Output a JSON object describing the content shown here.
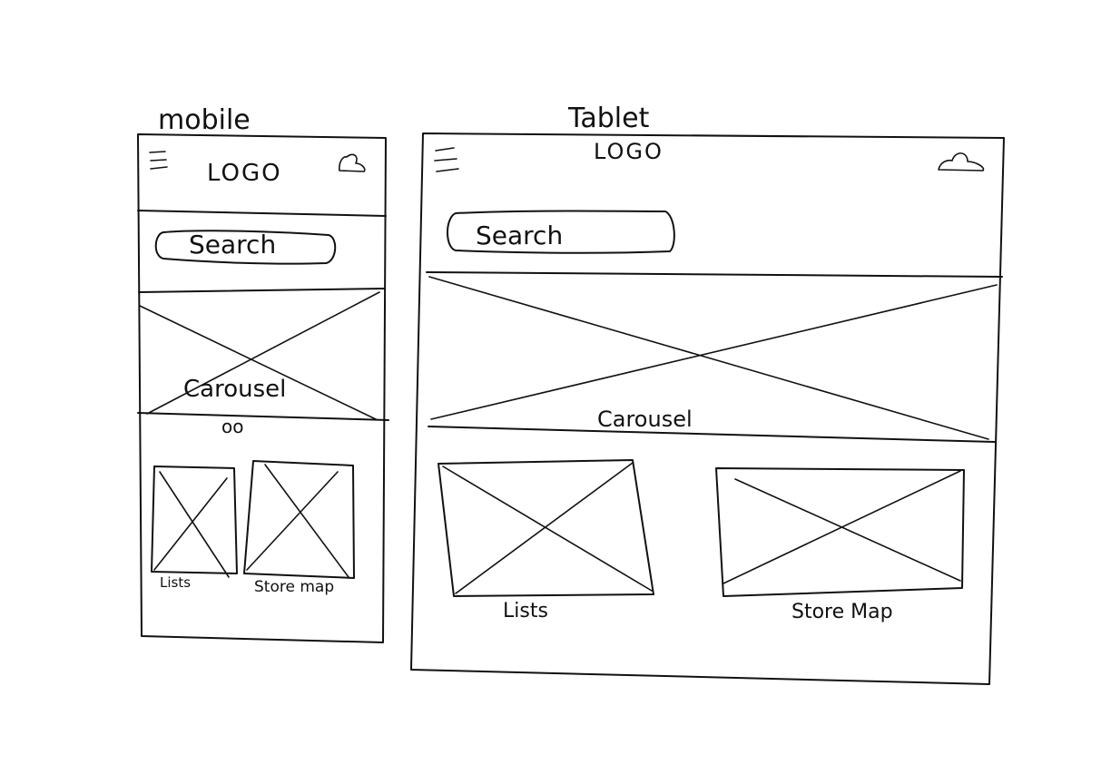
{
  "mobile": {
    "title": "mobile",
    "logo": "LOGO",
    "search": "Search",
    "carousel": "Carousel",
    "carousel_dots": "oo",
    "tile_lists": "Lists",
    "tile_store_map": "Store map"
  },
  "tablet": {
    "title": "Tablet",
    "logo": "LOGO",
    "search": "Search",
    "carousel": "Carousel",
    "tile_lists": "Lists",
    "tile_store_map": "Store Map"
  },
  "colors": {
    "ink": "#111111",
    "paper": "#ffffff"
  },
  "icons": [
    "hamburger-menu-icon",
    "user-profile-icon",
    "image-placeholder-icon"
  ]
}
